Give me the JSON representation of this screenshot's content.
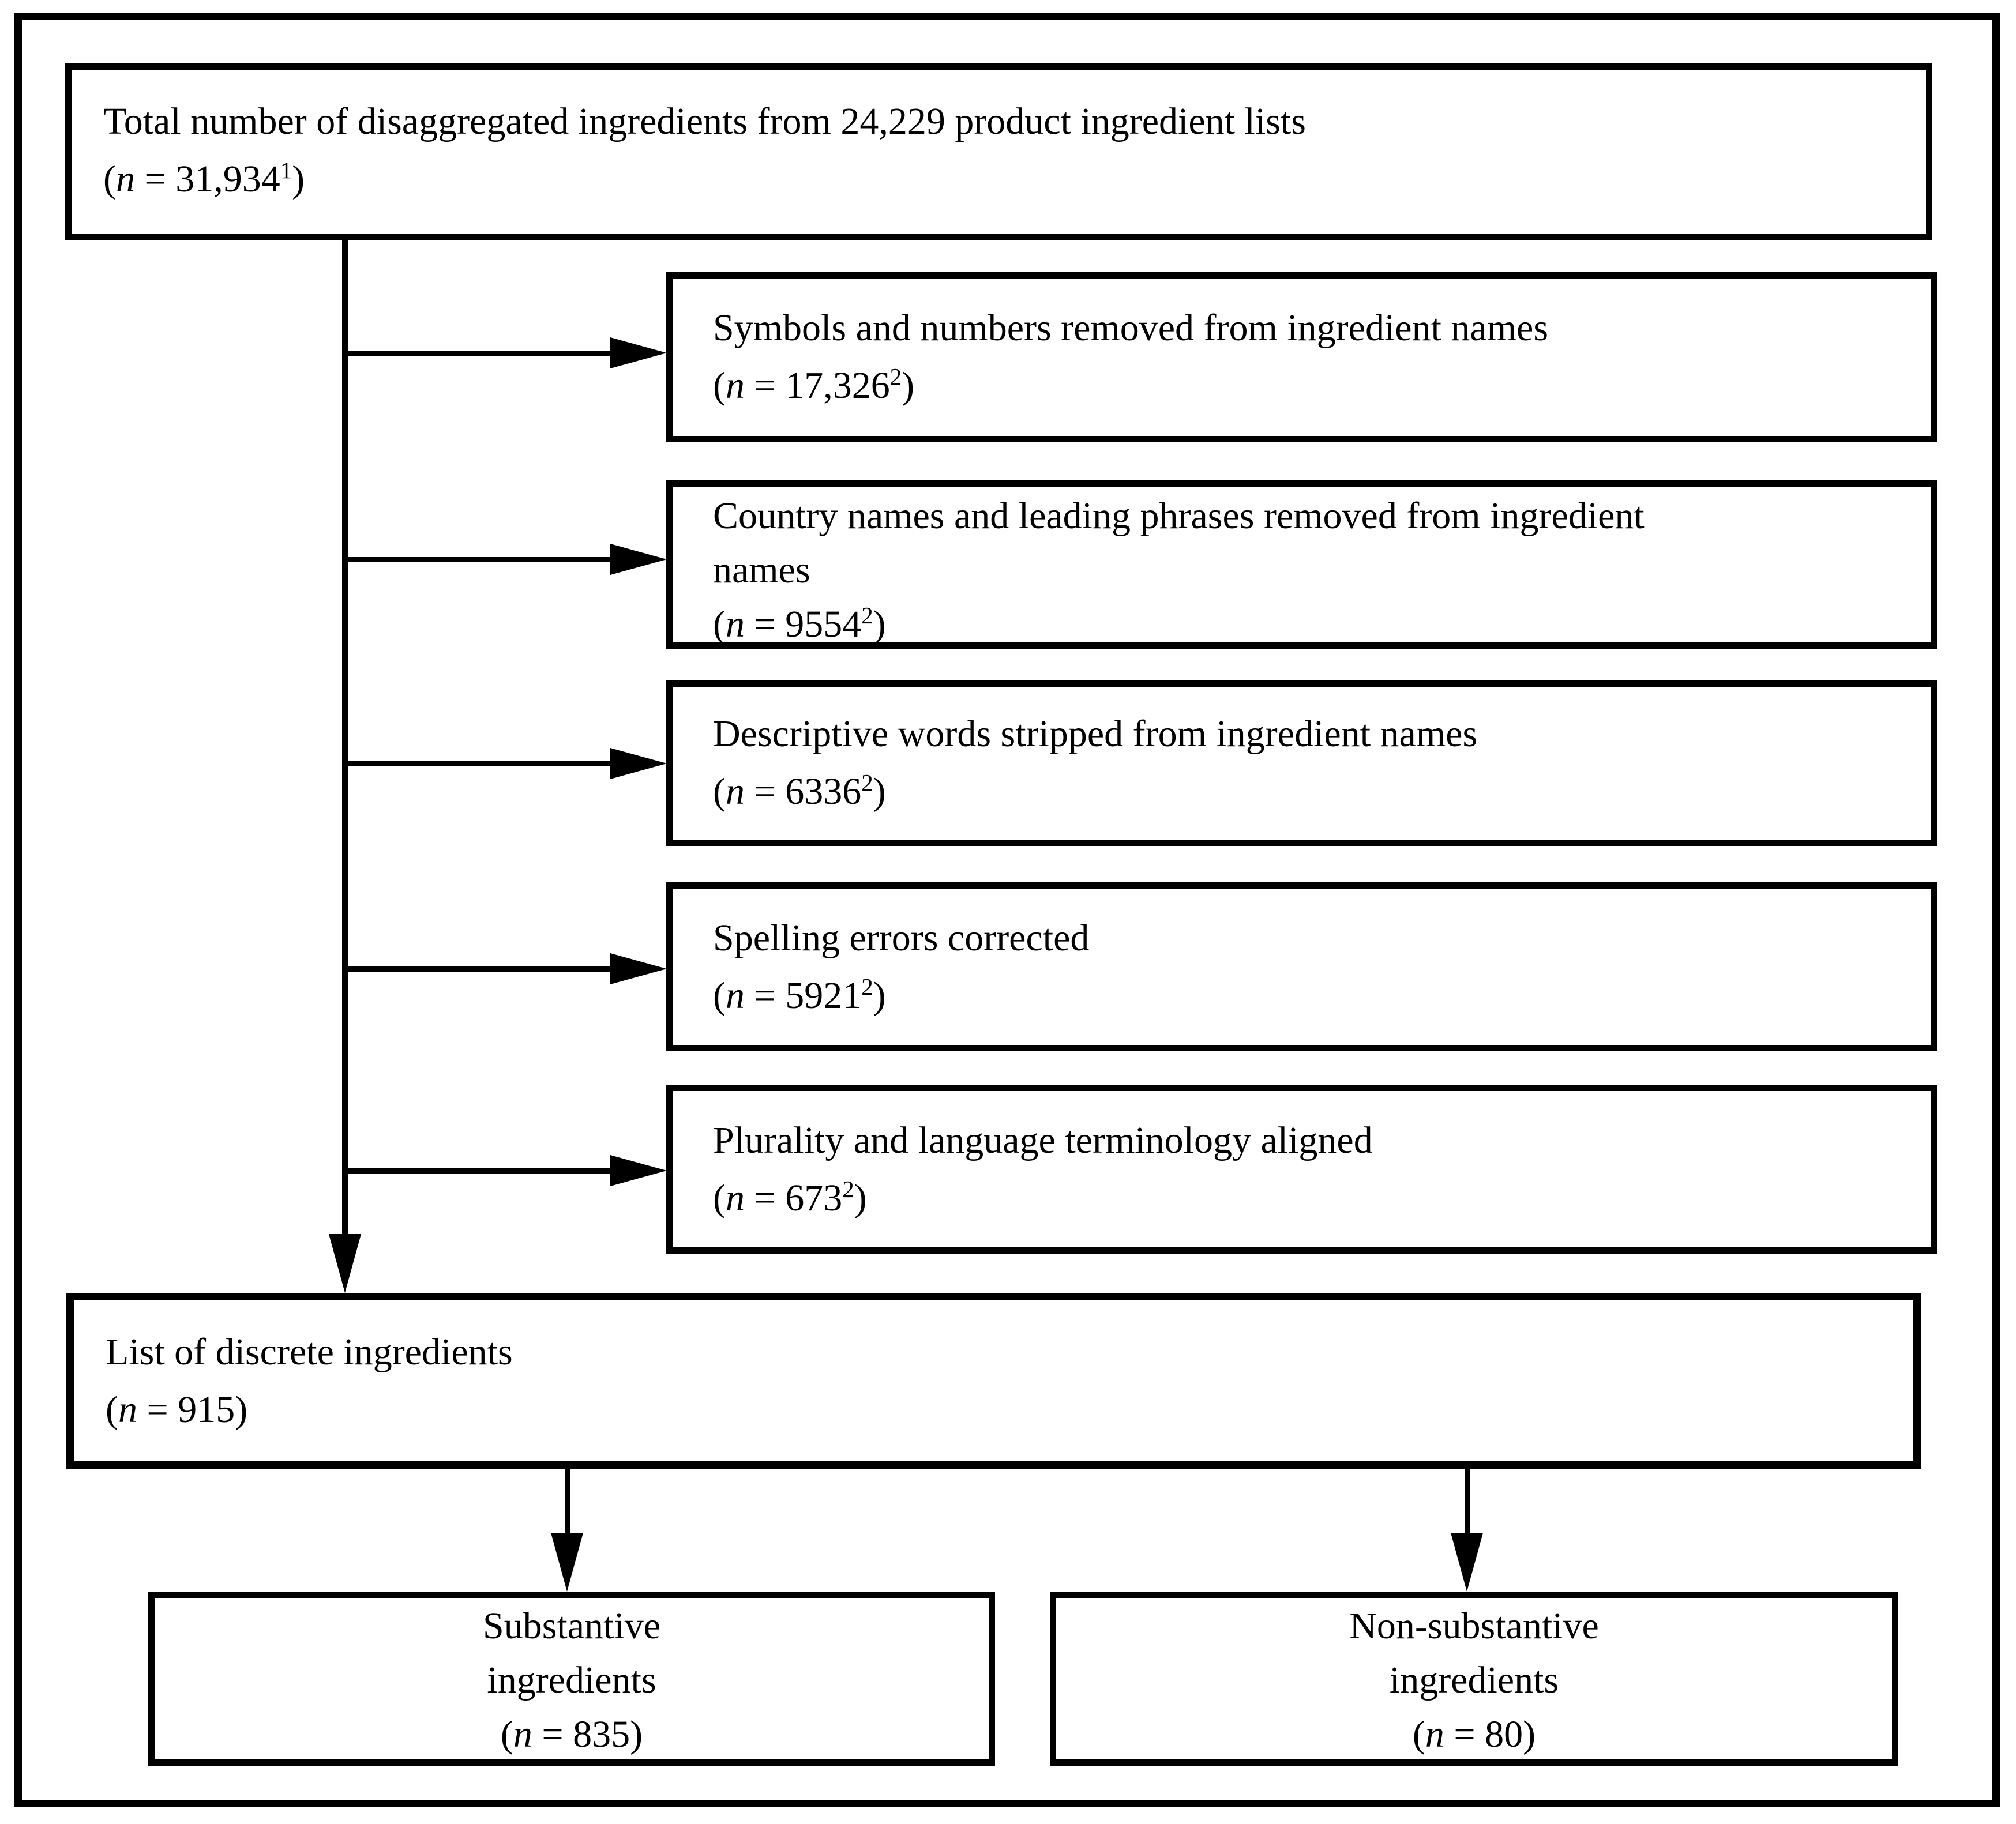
{
  "page": {
    "background": "#ffffff",
    "ink": "#000000"
  },
  "flowchart": {
    "top_box": {
      "lines": [
        "Total number of disaggregated ingredients from 24,229 product ingredient lists"
      ],
      "n": {
        "open": "(",
        "var": "n",
        "eq": " = ",
        "value": "31,934",
        "sup": "1",
        "close": ")"
      }
    },
    "steps": [
      {
        "lines": [
          "Symbols and numbers removed from ingredient names"
        ],
        "n": {
          "open": "(",
          "var": "n",
          "eq": " = ",
          "value": "17,326",
          "sup": "2",
          "close": ")"
        }
      },
      {
        "lines": [
          "Country names and leading phrases removed from ingredient",
          "names"
        ],
        "n": {
          "open": "(",
          "var": "n",
          "eq": " = ",
          "value": "9554",
          "sup": "2",
          "close": ")"
        }
      },
      {
        "lines": [
          "Descriptive words stripped from ingredient names"
        ],
        "n": {
          "open": "(",
          "var": "n",
          "eq": " = ",
          "value": "6336",
          "sup": "2",
          "close": ")"
        }
      },
      {
        "lines": [
          "Spelling errors corrected"
        ],
        "n": {
          "open": "(",
          "var": "n",
          "eq": " = ",
          "value": "5921",
          "sup": "2",
          "close": ")"
        }
      },
      {
        "lines": [
          "Plurality and language terminology aligned"
        ],
        "n": {
          "open": "(",
          "var": "n",
          "eq": " = ",
          "value": "673",
          "sup": "2",
          "close": ")"
        }
      }
    ],
    "discrete_box": {
      "lines": [
        "List of discrete ingredients"
      ],
      "n": {
        "open": "(",
        "var": "n",
        "eq": " = ",
        "value": "915",
        "sup": "",
        "close": ")"
      }
    },
    "outcomes": [
      {
        "lines": [
          "Substantive",
          "ingredients"
        ],
        "n": {
          "open": "(",
          "var": "n",
          "eq": " = ",
          "value": "835",
          "sup": "",
          "close": ")"
        }
      },
      {
        "lines": [
          "Non-substantive",
          "ingredients"
        ],
        "n": {
          "open": "(",
          "var": "n",
          "eq": " = ",
          "value": "80",
          "sup": "",
          "close": ")"
        }
      }
    ]
  }
}
